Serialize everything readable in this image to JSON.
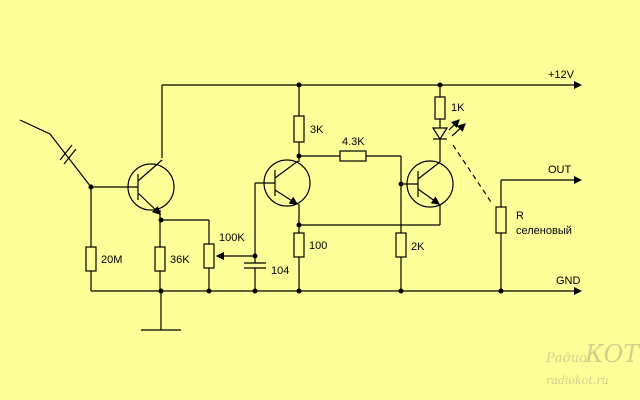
{
  "labels": {
    "supply": "+12V",
    "out": "OUT",
    "gnd": "GND",
    "r_antenna": "20M",
    "r_emitter": "36K",
    "pot": "100K",
    "cap": "104",
    "r_collector2": "3K",
    "r_base3": "4.3K",
    "r_emitter2": "100",
    "r_emitter3": "2K",
    "r_led": "1K",
    "r_sensor_letter": "R",
    "r_sensor_name": "селеновый"
  },
  "watermark": {
    "brand_prefix": "Радио",
    "brand_name": "КОТ",
    "url": "radiokot.ru"
  },
  "colors": {
    "background": "#ffff99",
    "lines": "#000000",
    "watermark": "#d7cd8a"
  }
}
